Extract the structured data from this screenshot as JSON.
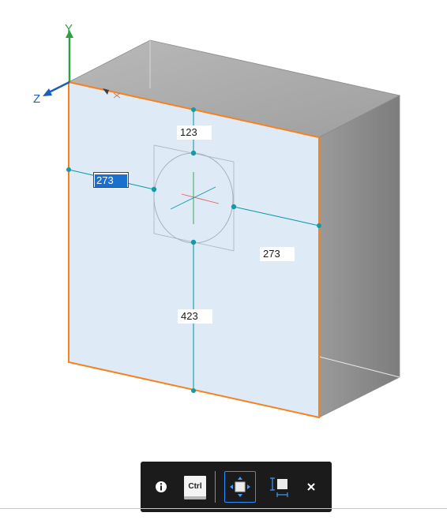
{
  "viewport": {
    "axes": {
      "x_label": "X",
      "y_label": "Y",
      "z_label": "Z"
    },
    "dimensions": {
      "top_distance": "123",
      "left_distance": "273",
      "right_distance": "273",
      "bottom_distance": "423"
    },
    "colors": {
      "selected_face": "#deebf7",
      "selection_edge": "#f5821f",
      "dimension_line": "#139aa8",
      "box_top": "#a6a6a6",
      "box_side": "#8e8e8e"
    }
  },
  "toolbar": {
    "info_icon": "info-icon",
    "ctrl_label": "Ctrl",
    "move_mode_icon": "move-face-icon",
    "resize_mode_icon": "resize-face-icon",
    "close_icon": "close-icon",
    "active_mode": "move"
  }
}
